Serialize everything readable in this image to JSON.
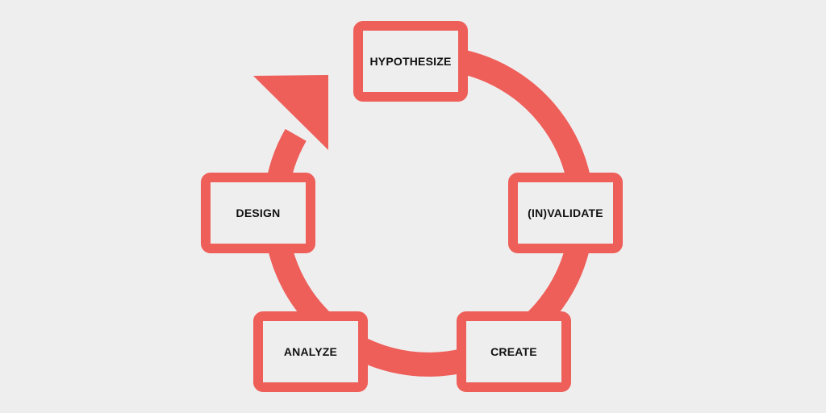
{
  "diagram": {
    "type": "cycle",
    "accent_color": "#ee5f5a",
    "background_color": "#efeeee",
    "text_color": "#111111",
    "direction": "clockwise",
    "steps": [
      {
        "id": "hypothesize",
        "label": "HYPOTHESIZE"
      },
      {
        "id": "invalidate",
        "label": "(IN)VALIDATE"
      },
      {
        "id": "create",
        "label": "CREATE"
      },
      {
        "id": "analyze",
        "label": "ANALYZE"
      },
      {
        "id": "design",
        "label": "DESIGN"
      }
    ],
    "arrow": {
      "from": "design",
      "to": "hypothesize",
      "icon": "arrow-head-icon"
    }
  }
}
